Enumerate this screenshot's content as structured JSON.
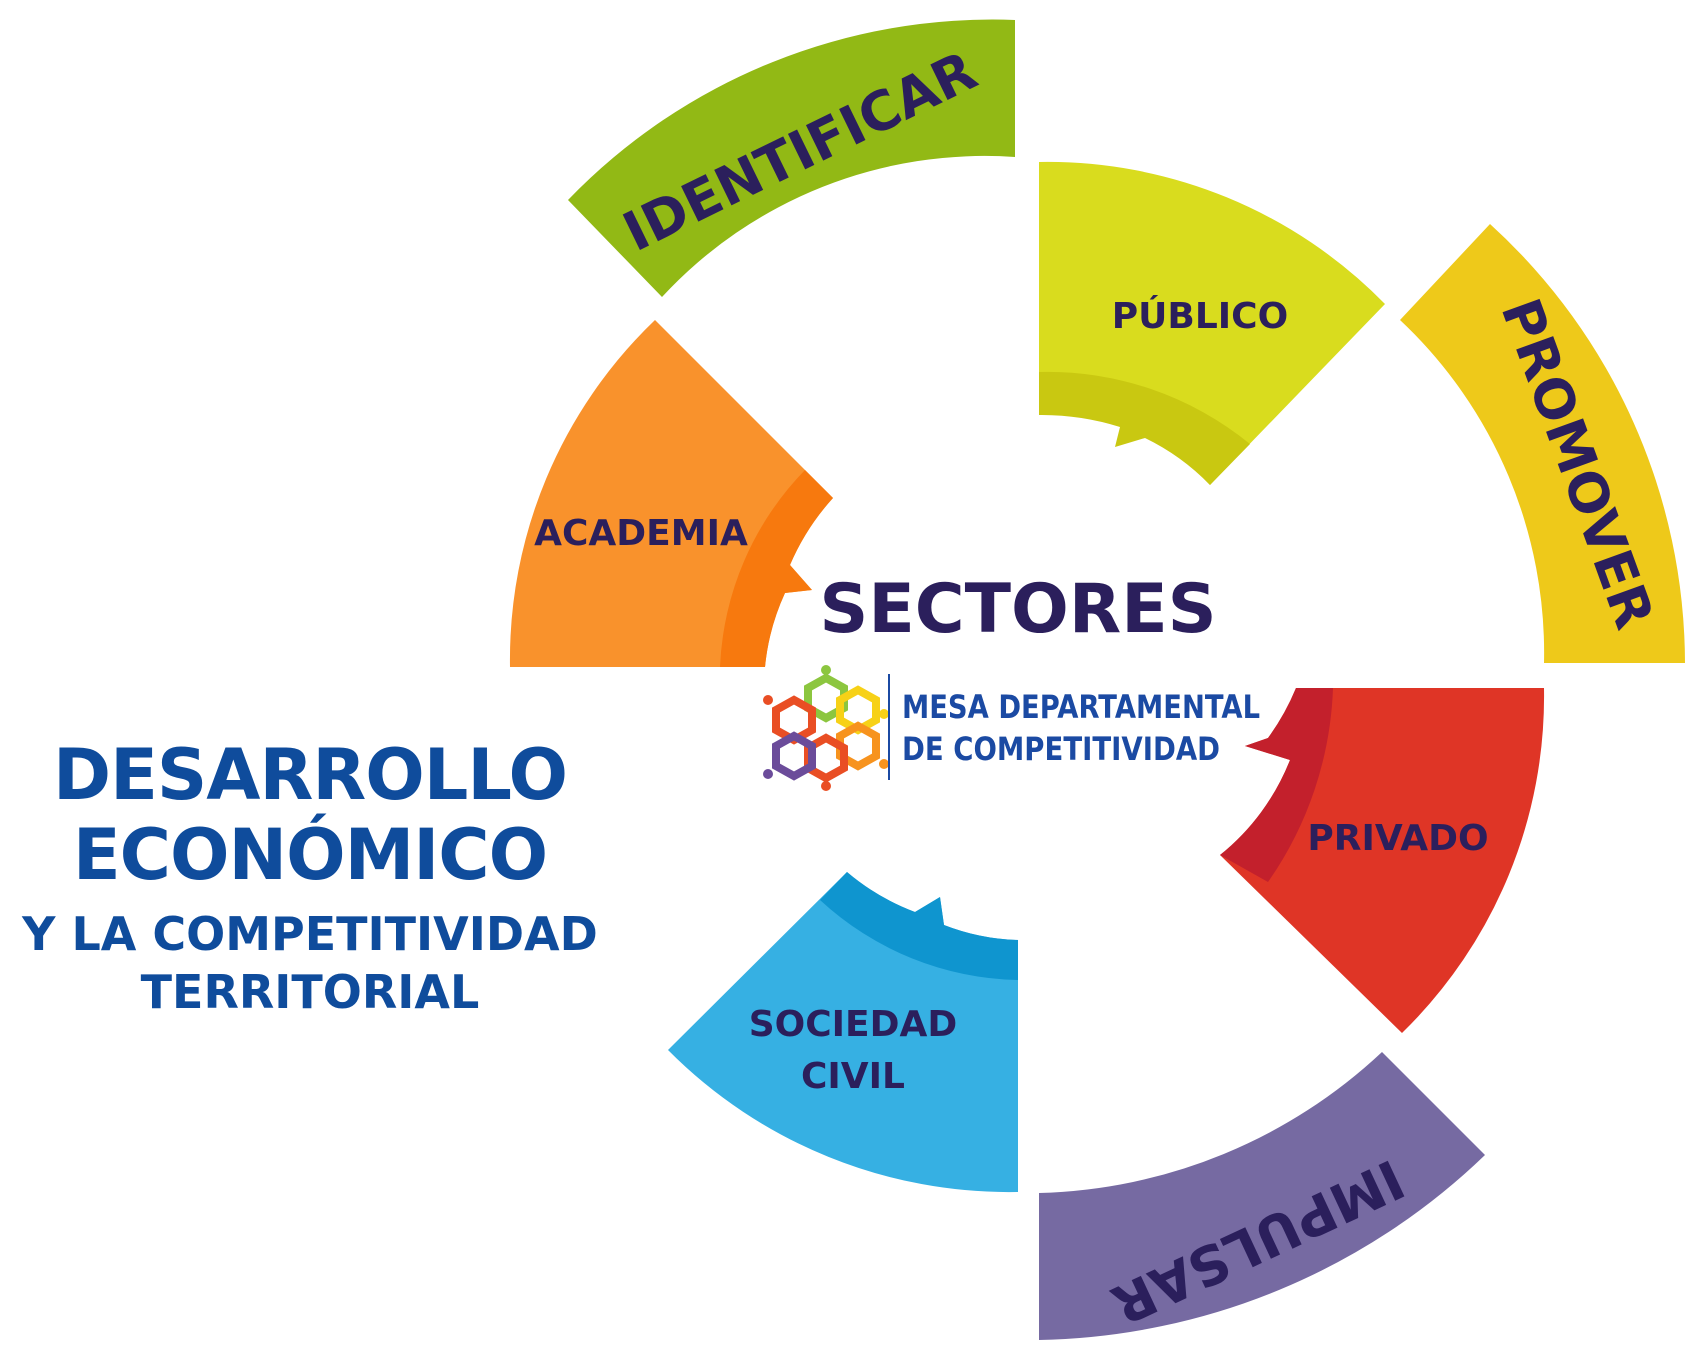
{
  "title": {
    "line1": "DESARROLLO",
    "line2": "ECONÓMICO",
    "line3": "Y LA COMPETITIVIDAD",
    "line4": "TERRITORIAL"
  },
  "center": {
    "label": "SECTORES",
    "logo_line1": "MESA DEPARTAMENTAL",
    "logo_line2": "DE COMPETITIVIDAD"
  },
  "outer_ring": [
    {
      "label": "IDENTIFICAR",
      "color": "#92b915"
    },
    {
      "label": "PROMOVER",
      "color": "#eec91a"
    },
    {
      "label": "IMPULSAR",
      "color": "#766aa2"
    }
  ],
  "sectors": [
    {
      "label": "PÚBLICO",
      "color": "#d9dc1e",
      "shade": "#c9c811"
    },
    {
      "label": "PRIVADO",
      "color": "#df3526",
      "shade": "#c3202c"
    },
    {
      "label": "SOCIEDAD",
      "label2": "CIVIL",
      "color": "#36b0e3",
      "shade": "#0f95cf"
    },
    {
      "label": "ACADEMIA",
      "color": "#f9922c",
      "shade": "#f7790e"
    }
  ],
  "logo": {
    "colors": [
      "#8cc63f",
      "#f7d117",
      "#e94e24",
      "#f7931e",
      "#3fa9f5",
      "#6b4c9a"
    ]
  }
}
